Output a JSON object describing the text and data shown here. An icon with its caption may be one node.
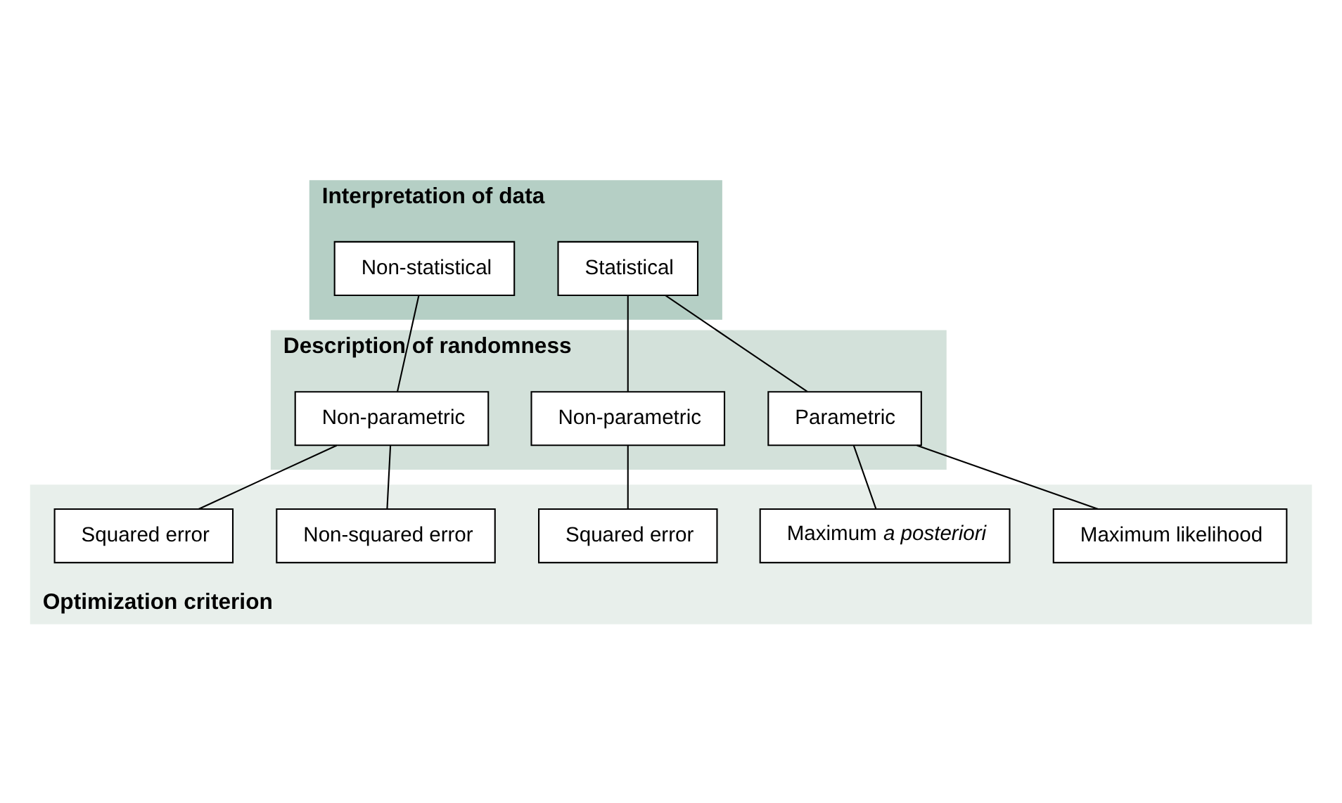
{
  "diagram": {
    "nodes": [
      {
        "text": [
          "Interpretation of data"
        ]
      },
      {
        "text": [
          "Non-statistical"
        ],
        "in": 0
      },
      {
        "text": [
          "Statistical"
        ],
        "in": 0
      },
      {
        "text": [
          "Description of randomness"
        ]
      },
      {
        "text": [
          "Non-parametric"
        ],
        "in": 3
      },
      {
        "text": [
          "Non-parametric"
        ],
        "in": 3
      },
      {
        "text": [
          "Parametric"
        ],
        "in": 3
      },
      {
        "text": [
          "Optimization criterion"
        ]
      },
      {
        "text": [
          "Squared error"
        ],
        "in": 7
      },
      {
        "text": [
          "Non-squared error"
        ],
        "in": 7
      },
      {
        "text": [
          "Squared error"
        ],
        "in": 7
      },
      {
        "text": [
          "Maximum *a posteriori*"
        ],
        "in": 7
      },
      {
        "text": [
          "Maximum likelihood"
        ],
        "in": 7
      }
    ],
    "edges": [
      {
        "from": 1,
        "to": 4,
        "arrow": "none"
      },
      {
        "from": 2,
        "to": 5,
        "arrow": "none"
      },
      {
        "from": 2,
        "to": 6,
        "arrow": "none"
      },
      {
        "from": 4,
        "to": 8,
        "arrow": "none"
      },
      {
        "from": 4,
        "to": 9,
        "arrow": "none"
      },
      {
        "from": 5,
        "to": 10,
        "arrow": "none"
      },
      {
        "from": 6,
        "to": 11,
        "arrow": "none"
      },
      {
        "from": 6,
        "to": 12,
        "arrow": "none"
      }
    ]
  }
}
